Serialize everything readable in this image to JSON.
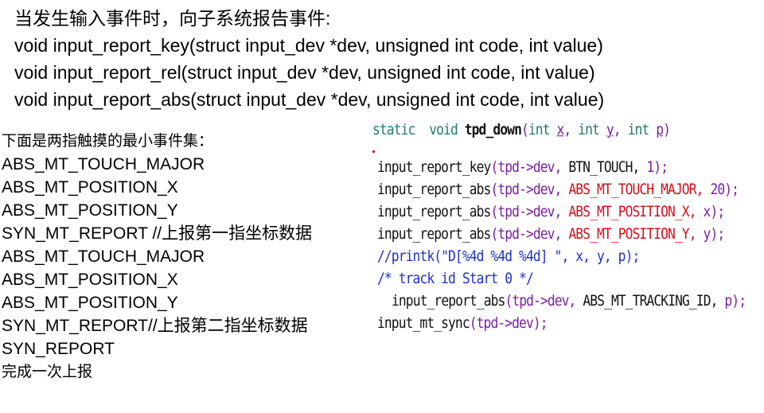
{
  "header": {
    "title": "当发生输入事件时，向子系统报告事件:",
    "functions": [
      "void input_report_key(struct input_dev *dev, unsigned int code, int value)",
      "void input_report_rel(struct input_dev *dev, unsigned int code, int value)",
      "void input_report_abs(struct input_dev *dev, unsigned int code, int value)"
    ]
  },
  "events": {
    "heading": "下面是两指触摸的最小事件集：",
    "items": [
      "ABS_MT_TOUCH_MAJOR",
      "ABS_MT_POSITION_X",
      "ABS_MT_POSITION_Y",
      "SYN_MT_REPORT //上报第一指坐标数据",
      "ABS_MT_TOUCH_MAJOR",
      "ABS_MT_POSITION_X",
      "ABS_MT_POSITION_Y",
      "SYN_MT_REPORT//上报第二指坐标数据",
      "SYN_REPORT"
    ],
    "footer": "完成一次上报"
  },
  "code": {
    "sig": {
      "static": "static",
      "void": "void",
      "name": "tpd_down",
      "open": "(",
      "int1": "int",
      "x": "x",
      "comma1": ",",
      "int2": "int",
      "y": "y",
      "comma2": ",",
      "int3": "int",
      "p": "p",
      "close": ")"
    },
    "l1": {
      "fn": "input_report_key",
      "open": "(",
      "arg": "tpd->dev,",
      "sep": " ",
      "macro": "BTN_TOUCH,",
      "sep2": " ",
      "num": "1",
      "close": ");"
    },
    "l2": {
      "fn": "input_report_abs",
      "open": "(",
      "arg": "tpd->dev,",
      "sep": " ",
      "macro": "ABS_MT_TOUCH_MAJOR,",
      "sep2": " ",
      "num": "20",
      "close": ");"
    },
    "l3": {
      "fn": "input_report_abs",
      "open": "(",
      "arg": "tpd->dev,",
      "sep": " ",
      "macro": "ABS_MT_POSITION_X,",
      "sep2": " ",
      "var": "x",
      "close": ");"
    },
    "l4": {
      "fn": "input_report_abs",
      "open": "(",
      "arg": "tpd->dev,",
      "sep": " ",
      "macro": "ABS_MT_POSITION_Y,",
      "sep2": " ",
      "var": "y",
      "close": ");"
    },
    "l5": "//printk(\"D[%4d %4d %4d] \", x, y, p);",
    "l6": "/* track id Start 0 */",
    "l7": {
      "fn": "input_report_abs",
      "open": "(",
      "arg": "tpd->dev,",
      "rest": " ABS_MT_TRACKING_ID,",
      "sep2": " ",
      "var": "p",
      "close": ");"
    },
    "l8": {
      "fn": "input_mt_sync",
      "open": "(",
      "arg": "tpd->dev",
      "close": ");"
    }
  }
}
